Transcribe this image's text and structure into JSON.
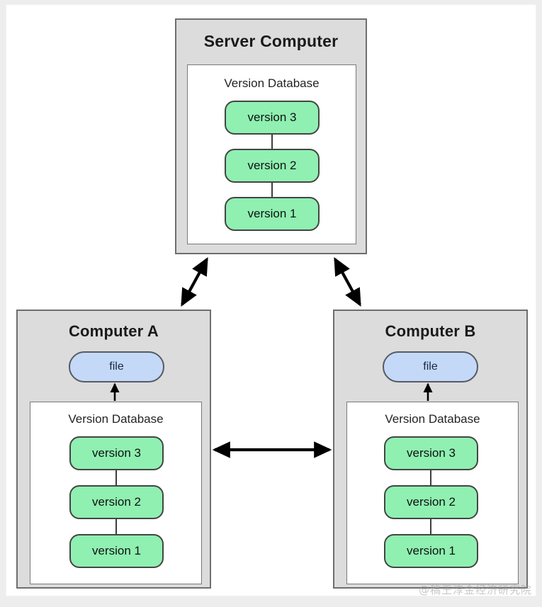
{
  "diagram": {
    "type": "centralized-version-control-architecture",
    "background_color": "#ededed",
    "page_color": "#ffffff",
    "panel_color": "#dcdcdc",
    "version_box_color": "#8ff0b1",
    "file_box_color": "#c4d9f8",
    "border_color": "#6e6e6e"
  },
  "server": {
    "title": "Server Computer",
    "database": {
      "title": "Version Database",
      "versions": [
        {
          "label": "version 3"
        },
        {
          "label": "version 2"
        },
        {
          "label": "version 1"
        }
      ]
    }
  },
  "computer_a": {
    "title": "Computer A",
    "file": {
      "label": "file"
    },
    "database": {
      "title": "Version Database",
      "versions": [
        {
          "label": "version 3"
        },
        {
          "label": "version 2"
        },
        {
          "label": "version 1"
        }
      ]
    }
  },
  "computer_b": {
    "title": "Computer B",
    "file": {
      "label": "file"
    },
    "database": {
      "title": "Version Database",
      "versions": [
        {
          "label": "version 3"
        },
        {
          "label": "version 2"
        },
        {
          "label": "version 1"
        }
      ]
    }
  },
  "connections": [
    {
      "name": "server-to-computer-a",
      "style": "double-arrow",
      "direction": "diagonal"
    },
    {
      "name": "server-to-computer-b",
      "style": "double-arrow",
      "direction": "diagonal"
    },
    {
      "name": "computer-a-to-computer-b",
      "style": "double-arrow",
      "direction": "horizontal"
    },
    {
      "name": "database-to-file-a",
      "style": "single-arrow",
      "direction": "up"
    },
    {
      "name": "database-to-file-b",
      "style": "single-arrow",
      "direction": "up"
    }
  ],
  "watermark": {
    "text": "@稿王淳金经济研究院"
  }
}
